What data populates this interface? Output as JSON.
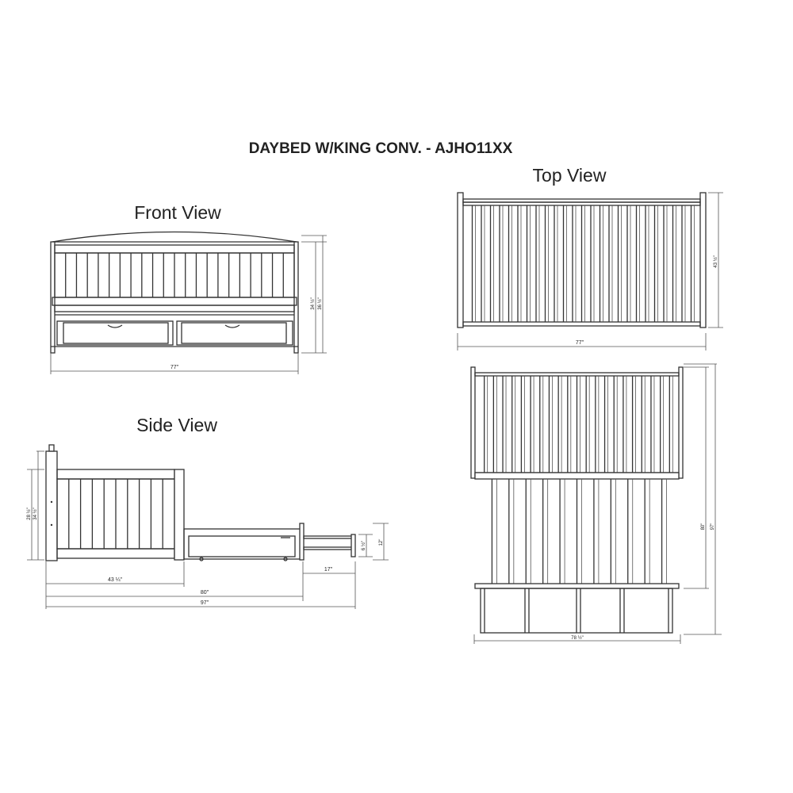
{
  "title": "DAYBED W/KING CONV. - AJHO11XX",
  "views": {
    "front": "Front View",
    "top": "Top View",
    "side": "Side View"
  },
  "dimensions": {
    "front_width": "77\"",
    "front_height_a": "34 ½\"",
    "front_height_b": "36 ½\"",
    "top_width": "77\"",
    "top_depth": "43 ½\"",
    "side_depth": "43 ¼\"",
    "side_80": "80\"",
    "side_97": "97\"",
    "side_17": "17\"",
    "side_12": "12\"",
    "side_small_a": "28 ½\"",
    "side_small_b": "34 ½\"",
    "side_small_c": "6 ½\"",
    "king_80": "80\"",
    "king_97": "97\"",
    "king_width": "78 ½\""
  },
  "colors": {
    "line": "#333333",
    "background": "#ffffff"
  }
}
